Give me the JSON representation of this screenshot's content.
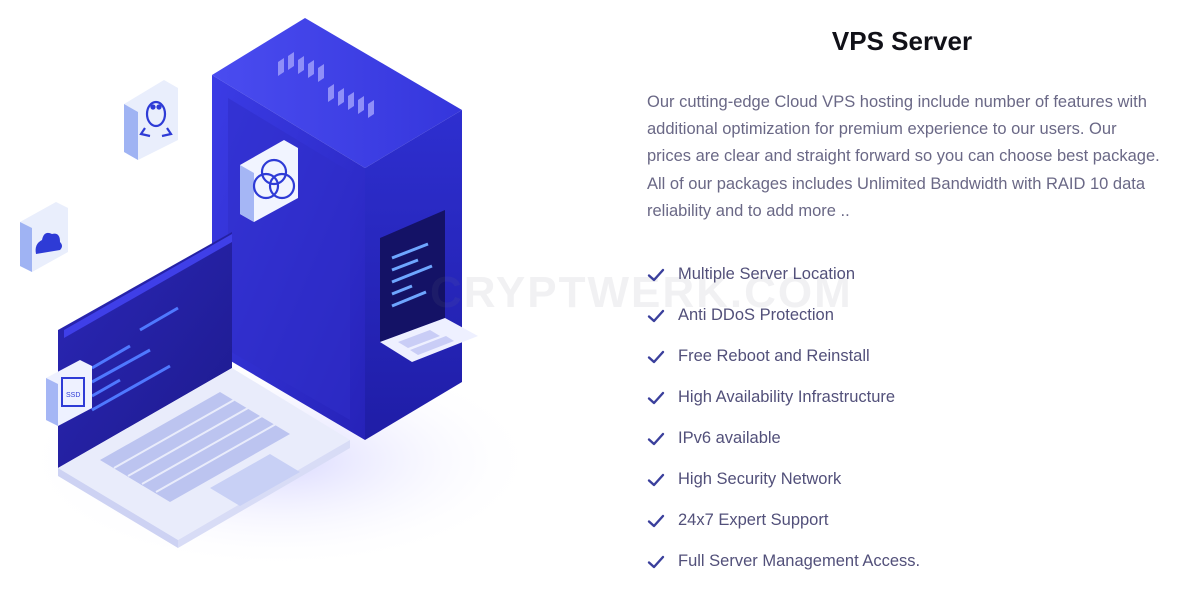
{
  "section": {
    "title": "VPS Server",
    "description": "Our cutting-edge Cloud VPS hosting include number of features with additional optimization for premium experience to our users. Our prices are clear and straight forward so you can choose best package. All of our packages includes Unlimited Bandwidth with RAID 10 data reliability and to add more .."
  },
  "features": [
    "Multiple Server Location",
    "Anti DDoS Protection",
    "Free Reboot and Reinstall",
    "High Availability Infrastructure",
    "IPv6 available",
    "High Security Network",
    "24x7 Expert Support",
    "Full Server Management Access."
  ],
  "illustration": {
    "ssd_label": "SSD",
    "icons": [
      "linux-tux-icon",
      "cloud-icon",
      "triquetra-icon",
      "ssd-chip-icon"
    ]
  },
  "watermark": "CRYPTWERK.COM",
  "colors": {
    "accent": "#2e3bd6",
    "check": "#3a3f9c",
    "text": "#6a6886",
    "title": "#111118"
  }
}
